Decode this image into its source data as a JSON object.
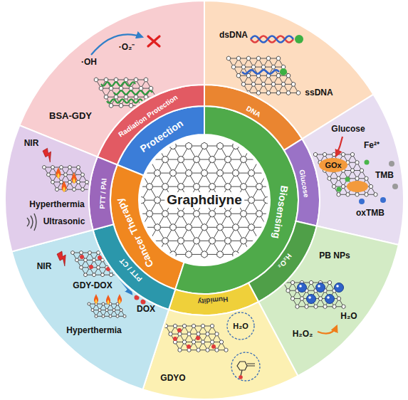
{
  "diagram": {
    "nodes": [
      {
        "text": [
          "Graphdiyne"
        ]
      },
      {
        "text": [
          "Protection"
        ]
      },
      {
        "text": [
          "Cancer Therapy"
        ]
      },
      {
        "text": [
          "Biosensing"
        ]
      },
      {
        "text": [
          "Radiation Protection"
        ]
      },
      {
        "text": [
          "DNA"
        ]
      },
      {
        "text": [
          "Glucose"
        ]
      },
      {
        "text": [
          "H₂O₂"
        ]
      },
      {
        "text": [
          "Humidity"
        ]
      },
      {
        "text": [
          "PTT / CT"
        ]
      },
      {
        "text": [
          "PTT / PAI"
        ]
      },
      {
        "text": [
          "·OH",
          "·O₂⁻",
          "BSA-GDY"
        ]
      },
      {
        "text": [
          "dsDNA",
          "ssDNA"
        ]
      },
      {
        "text": [
          "Glucose",
          "GOx",
          "Fe²⁺",
          "TMB",
          "oxTMB"
        ]
      },
      {
        "text": [
          "PB NPs",
          "H₂O₂",
          "H₂O"
        ]
      },
      {
        "text": [
          "H₂O",
          "GDYO"
        ]
      },
      {
        "text": [
          "NIR",
          "GDY-DOX",
          "DOX",
          "Hyperthermia"
        ]
      },
      {
        "text": [
          "NIR",
          "Hyperthermia",
          "Ultrasonic"
        ]
      }
    ]
  }
}
